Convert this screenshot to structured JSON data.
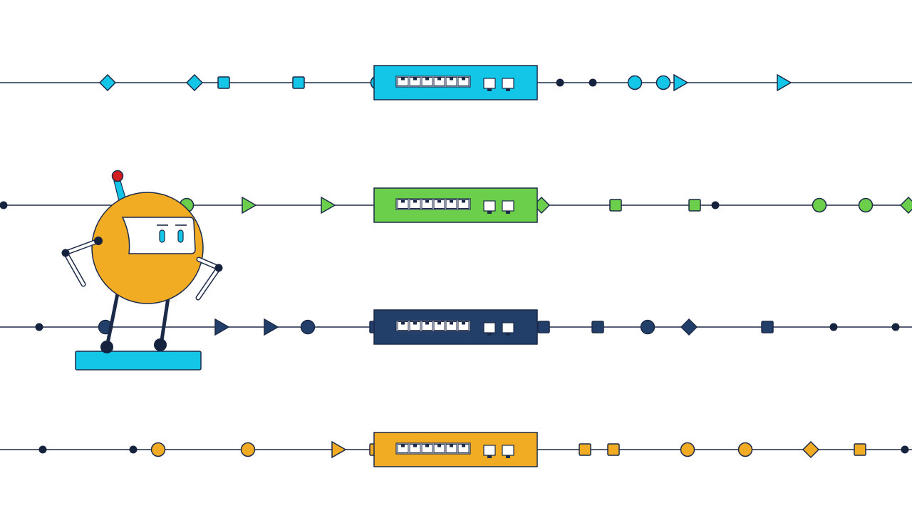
{
  "colors": {
    "outline": "#1b2a48",
    "navy_dot": "#16233f",
    "white": "#ffffff",
    "lanes": [
      "#13c6e8",
      "#6ccf4c",
      "#223f6a",
      "#f2ac24"
    ],
    "robot_body": "#f2ac24",
    "robot_platform": "#13c6e8",
    "robot_antenna_tip": "#d01d1d",
    "robot_antenna_base": "#13c6e8"
  },
  "illustration": {
    "lane_count": 4,
    "switch_count": 4,
    "switch_ports_per_device": 6,
    "switch_uplinks_per_device": 2,
    "character": "robot-on-platform",
    "packet_shapes": [
      "circle",
      "square",
      "diamond",
      "triangle",
      "dot"
    ]
  },
  "lanes": [
    {
      "name": "lane-cyan",
      "packets_left": [
        "diamond",
        "diamond",
        "square",
        "square",
        "circle"
      ],
      "packets_right": [
        "dot",
        "dot",
        "circle",
        "circle",
        "triangle",
        "triangle"
      ]
    },
    {
      "name": "lane-green",
      "packets_left": [
        "dot",
        "circle",
        "triangle",
        "triangle"
      ],
      "packets_right": [
        "diamond",
        "square",
        "square",
        "dot",
        "circle",
        "circle",
        "diamond"
      ]
    },
    {
      "name": "lane-navy",
      "packets_left": [
        "dot",
        "circle",
        "triangle",
        "triangle",
        "circle",
        "square"
      ],
      "packets_right": [
        "square",
        "square",
        "circle",
        "diamond",
        "square",
        "dot",
        "dot"
      ]
    },
    {
      "name": "lane-orange",
      "packets_left": [
        "dot",
        "dot",
        "circle",
        "circle",
        "triangle",
        "square"
      ],
      "packets_right": [
        "square",
        "square",
        "circle",
        "circle",
        "diamond",
        "square",
        "dot"
      ]
    }
  ]
}
